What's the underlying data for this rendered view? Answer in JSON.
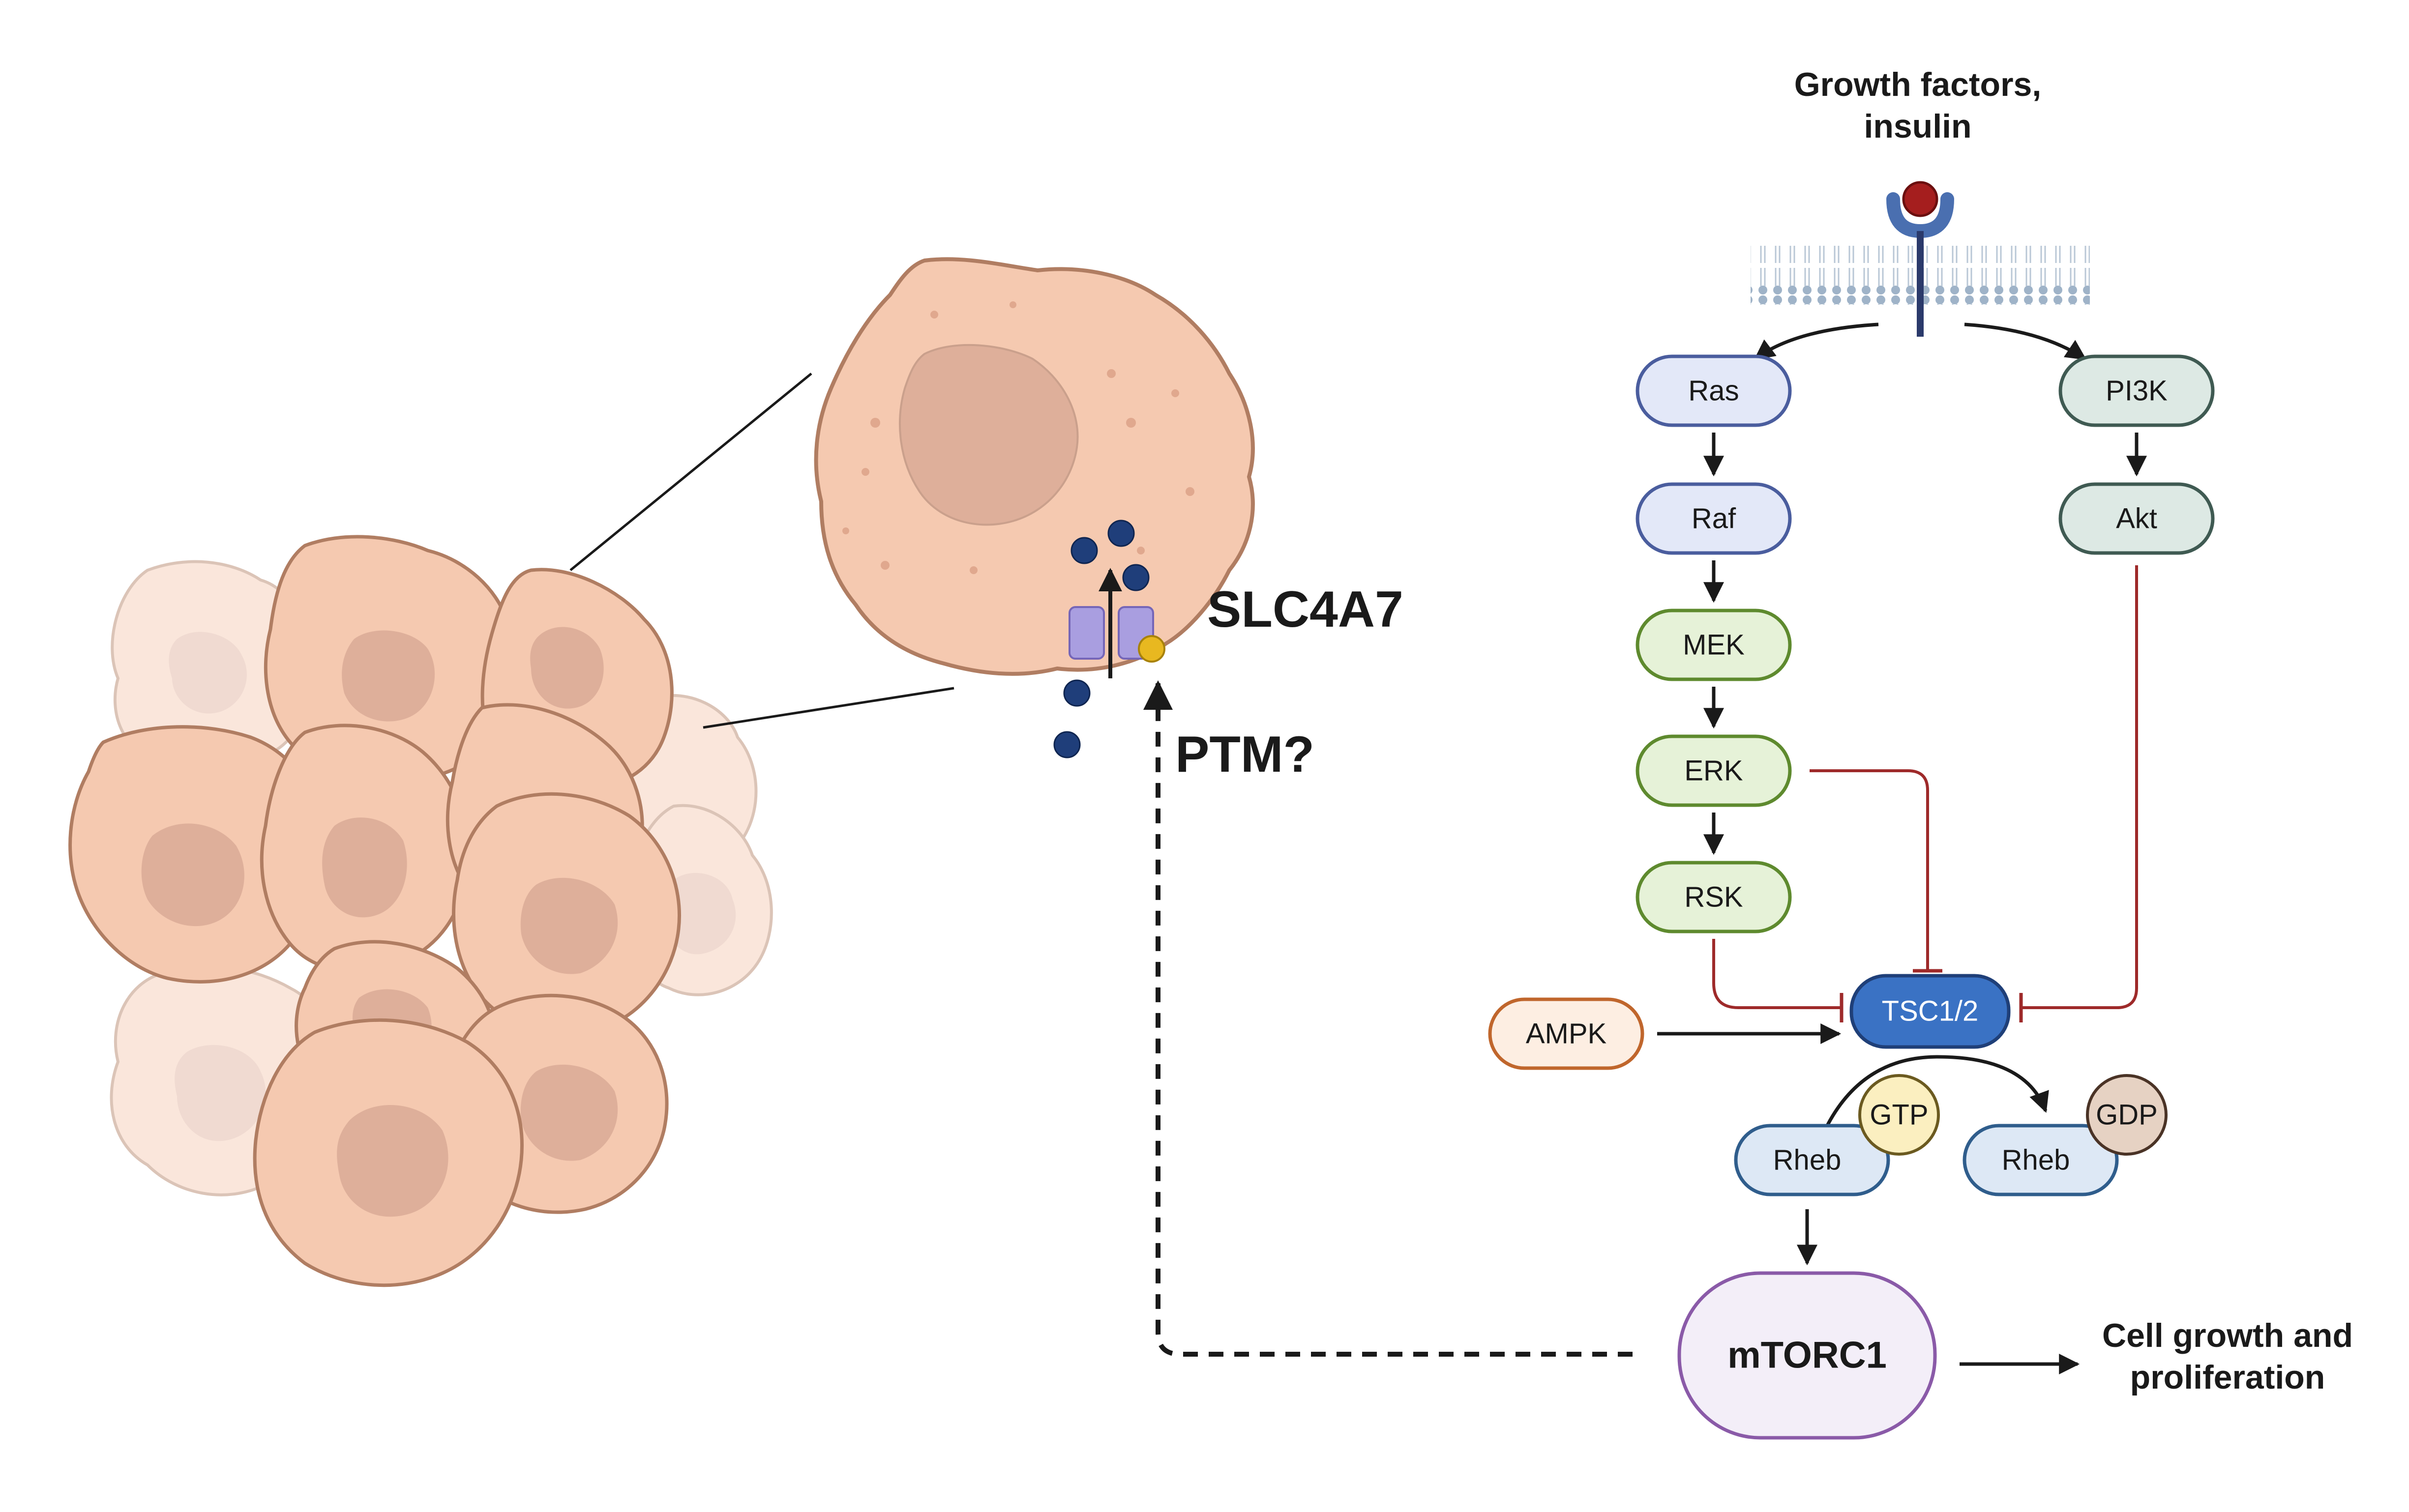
{
  "labels": {
    "growth_factors_line1": "Growth factors,",
    "growth_factors_line2": "insulin",
    "slc4a7": "SLC4A7",
    "ptm": "PTM?",
    "cell_growth_line1": "Cell growth and",
    "cell_growth_line2": "proliferation"
  },
  "nodes": {
    "ras": "Ras",
    "raf": "Raf",
    "mek": "MEK",
    "erk": "ERK",
    "rsk": "RSK",
    "pi3k": "PI3K",
    "akt": "Akt",
    "tsc": "TSC1/2",
    "ampk": "AMPK",
    "rheb_gtp": "Rheb",
    "gtp": "GTP",
    "rheb_gdp": "Rheb",
    "gdp": "GDP",
    "mtorc1": "mTORC1"
  },
  "colors": {
    "ras_raf_fill": "#e3e8f8",
    "ras_raf_stroke": "#4a5d9e",
    "mek_erk_rsk_fill": "#e6f2d8",
    "mek_erk_rsk_stroke": "#5e8a2e",
    "pi3k_akt_fill": "#dde9e4",
    "pi3k_akt_stroke": "#3f5a52",
    "tsc_fill": "#3a72c4",
    "tsc_stroke": "#1f3f78",
    "ampk_fill": "#fdeee2",
    "ampk_stroke": "#c0662c",
    "rheb_fill": "#dde8f5",
    "rheb_stroke": "#2f5d8c",
    "gtp_fill": "#fbefc0",
    "gdp_fill": "#e6d2c3",
    "mtorc1_fill": "#f3eef8",
    "mtorc1_stroke": "#8a5aa8",
    "inhibit": "#9e2a2a",
    "cell_fill": "#f5c9b0",
    "cell_stroke": "#b07d62",
    "nucleus_fill": "#deaf9a",
    "ion_blue": "#1f3e7a",
    "ion_yellow": "#e8b820",
    "transporter": "#a99ee0"
  }
}
